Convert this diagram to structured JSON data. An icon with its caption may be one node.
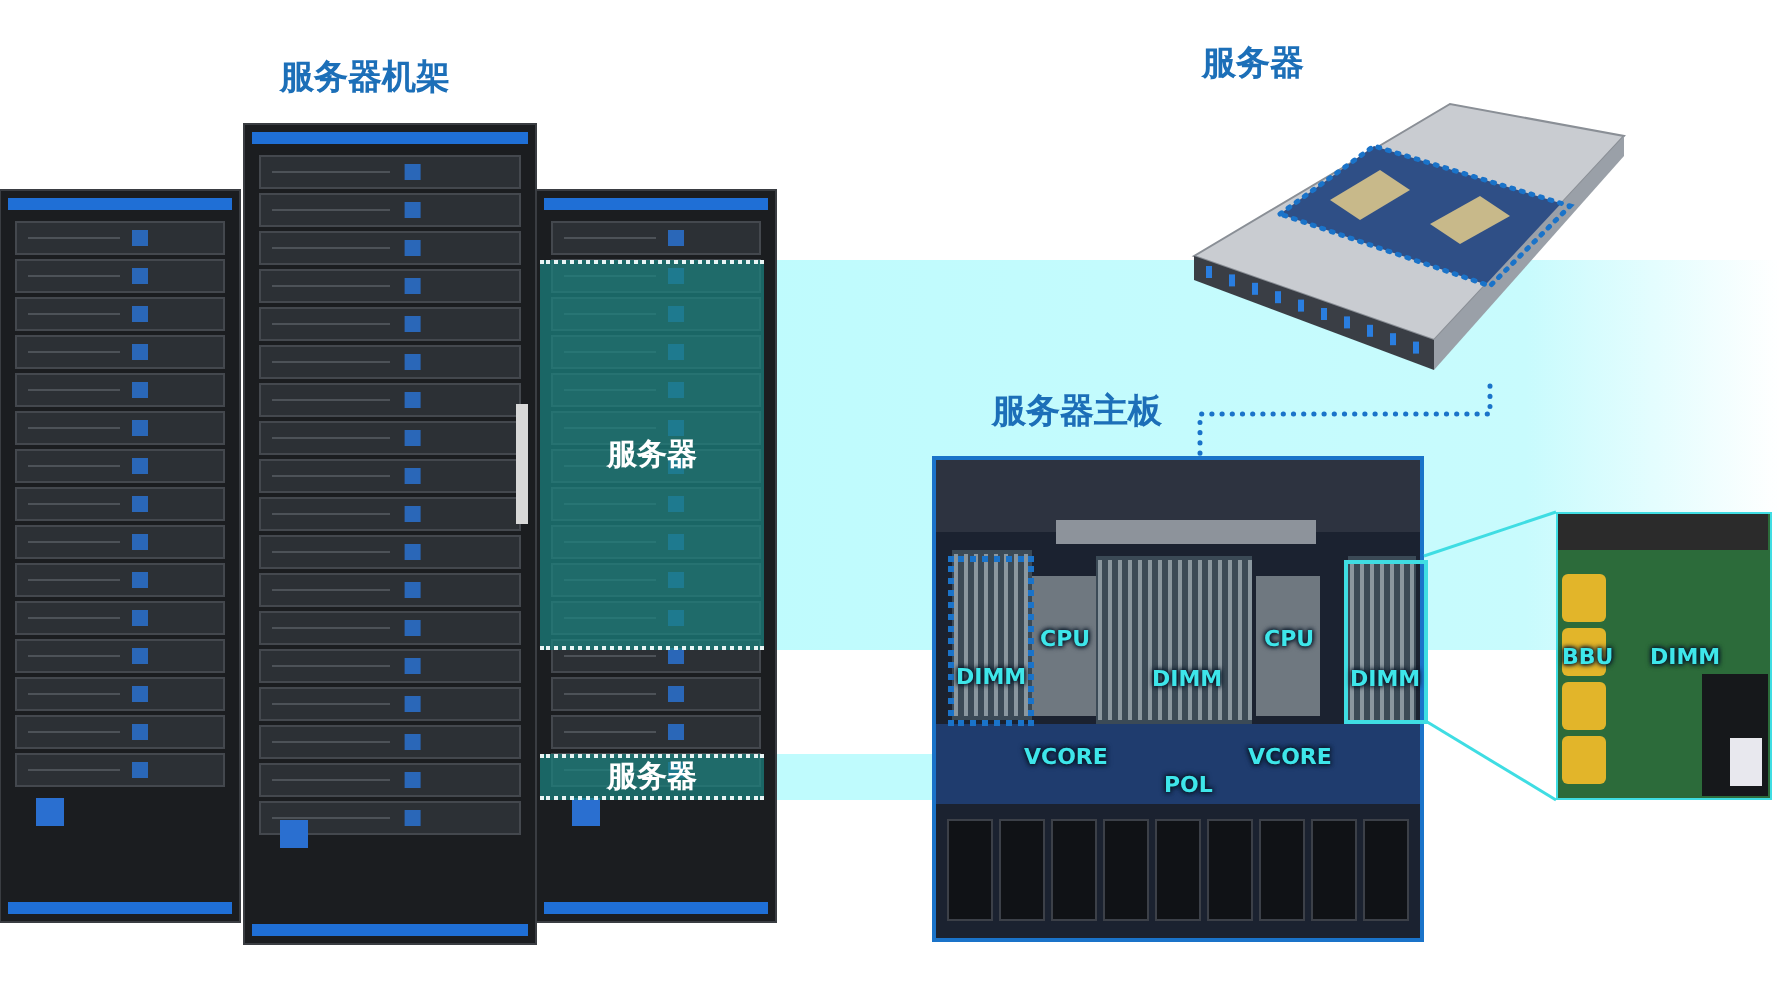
{
  "diagram": {
    "nodes": [
      {
        "text": [
          "服务器机架"
        ]
      },
      {
        "text": [
          "服务器"
        ],
        "in": 0
      },
      {
        "text": [
          "服务器"
        ],
        "in": 0
      },
      {
        "text": [
          "服务器"
        ]
      },
      {
        "text": [],
        "shape": "box",
        "in": 3
      },
      {
        "text": [
          "服务器主板"
        ]
      },
      {
        "text": [
          "DIMM"
        ],
        "in": 5
      },
      {
        "text": [
          "DIMM"
        ],
        "in": 5
      },
      {
        "text": [
          "BBU",
          "DIMM"
        ]
      }
    ],
    "edges": [
      {
        "from": 4,
        "to": 5,
        "arrow": "none",
        "style": "dashed",
        "color": "#1a73c9"
      },
      {
        "from": 7,
        "to": 8,
        "arrow": "none",
        "color": "#3fdde3"
      },
      {
        "from": 7,
        "to": 8,
        "arrow": "none",
        "color": "#3fdde3"
      }
    ],
    "labels": [
      "CPU",
      "CPU",
      "DIMM",
      "VCORE",
      "VCORE",
      "POL"
    ]
  }
}
